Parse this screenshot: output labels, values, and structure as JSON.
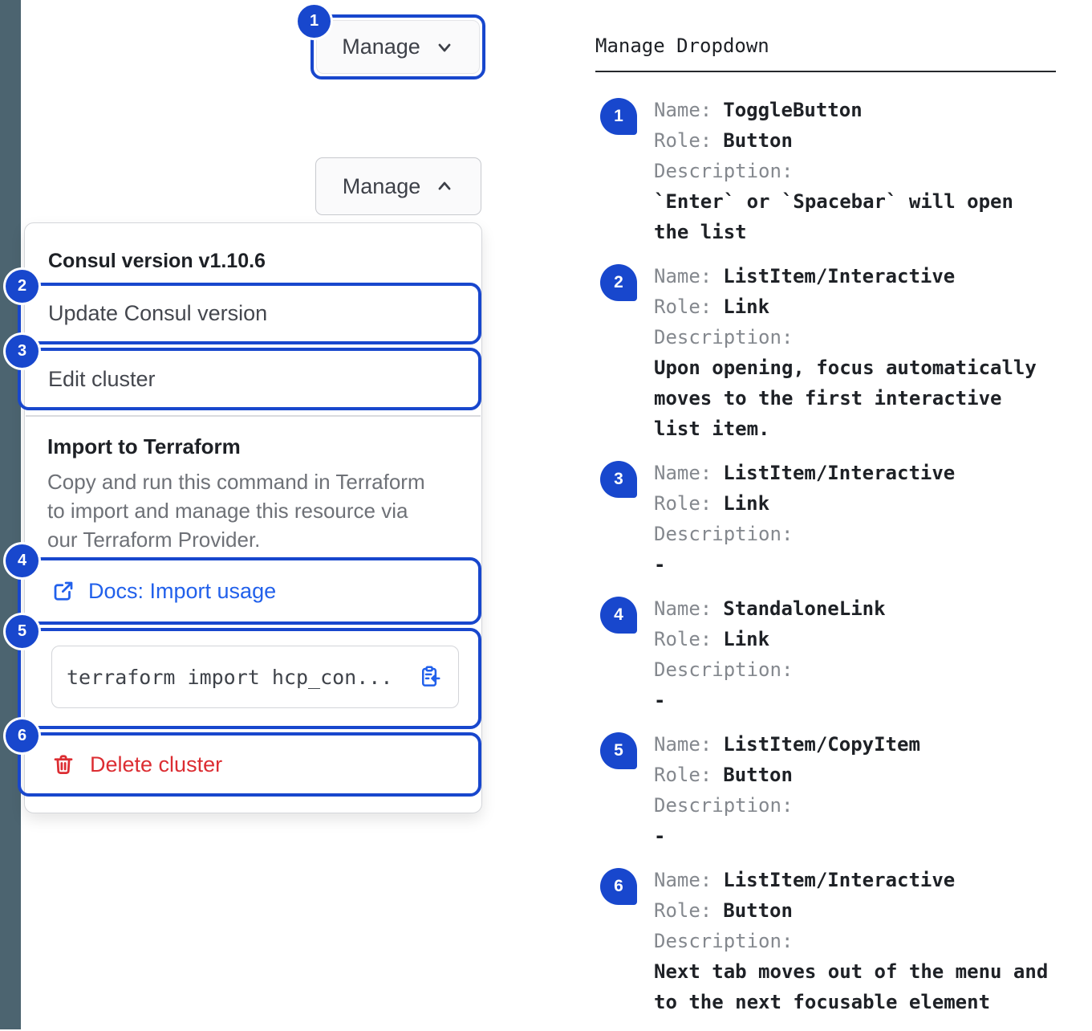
{
  "demo": {
    "toggle_button": {
      "label": "Manage",
      "state_closed": "collapsed",
      "state_open": "expanded"
    },
    "dropdown": {
      "version_label": "Consul version v1.10.6",
      "update_item": "Update Consul version",
      "edit_item": "Edit cluster",
      "import_section": {
        "heading": "Import to Terraform",
        "description": "Copy and run this command in Terraform\nto import and manage this resource via\nour Terraform Provider.",
        "docs_link_label": "Docs: Import usage",
        "code_snippet": "terraform import hcp_con...",
        "delete_label": "Delete cluster"
      }
    }
  },
  "legend": {
    "title": "Manage Dropdown",
    "name_label": "Name:",
    "role_label": "Role:",
    "description_label": "Description:",
    "items": [
      {
        "num": "1",
        "name": "ToggleButton",
        "role": "Button",
        "description": "`Enter` or `Spacebar` will open\nthe list"
      },
      {
        "num": "2",
        "name": "ListItem/Interactive",
        "role": "Link",
        "description": "Upon opening, focus automatically\nmoves to the first interactive\nlist item."
      },
      {
        "num": "3",
        "name": "ListItem/Interactive",
        "role": "Link",
        "description": "-"
      },
      {
        "num": "4",
        "name": "StandaloneLink",
        "role": "Link",
        "description": "-"
      },
      {
        "num": "5",
        "name": "ListItem/CopyItem",
        "role": "Button",
        "description": "-"
      },
      {
        "num": "6",
        "name": "ListItem/Interactive",
        "role": "Button",
        "description": "Next tab moves out of the menu and\nto the next focusable element"
      }
    ]
  },
  "colors": {
    "annotation_blue": "#1847cd",
    "link_blue": "#2160eb",
    "danger_red": "#dc2d32",
    "sidebar_slate": "#4c6470"
  }
}
